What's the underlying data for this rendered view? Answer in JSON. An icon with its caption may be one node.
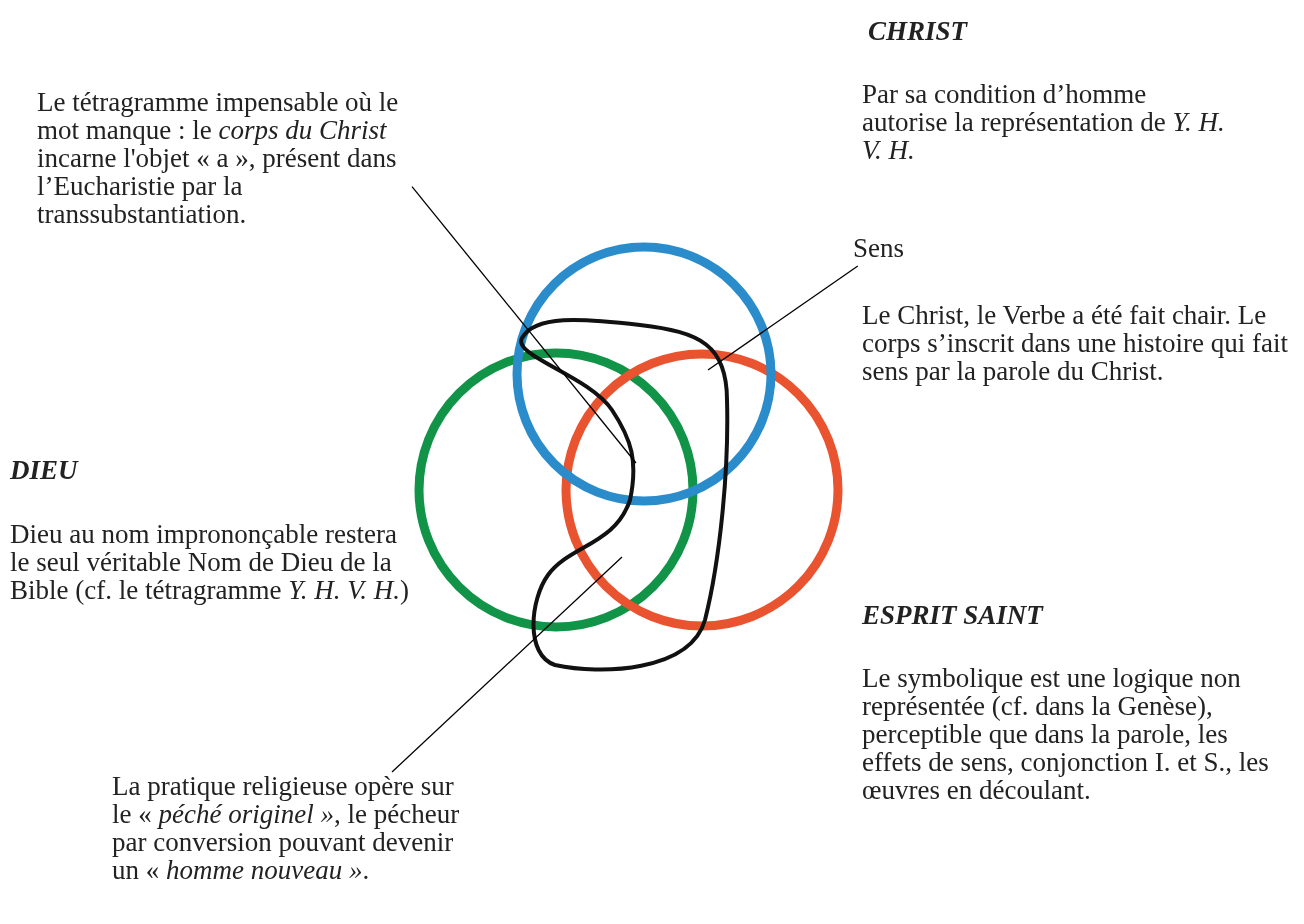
{
  "diagram": {
    "nodes": [
      {
        "text": [
          "Le tétragramme impensable où le mot manque : le *corps du Christ* incarne l'objet « a », présent dans l’Eucharistie par la transsubstantiation."
        ]
      },
      {
        "text": [
          "Sens"
        ]
      },
      {
        "text": [
          "La pratique religieuse opère sur le « *péché originel »*, le pécheur par conversion pouvant devenir un « *homme nouveau »*."
        ]
      }
    ],
    "edges": [
      {
        "from": 0,
        "to": null,
        "arrow": "none"
      },
      {
        "from": 1,
        "to": null,
        "arrow": "none"
      },
      {
        "from": 2,
        "to": null,
        "arrow": "none"
      }
    ],
    "labels": [
      "CHRIST",
      "Par sa condition d’homme autorise la représentation de *Y. H. V. H.*",
      "Le Christ, le Verbe a été fait chair. Le corps s’inscrit dans une histoire qui fait sens par la parole du Christ.",
      "DIEU",
      "Dieu au nom imprononçable restera le seul véritable Nom de Dieu de la Bible (cf. le tétragramme *Y. H. V. H.*)",
      "ESPRIT SAINT",
      "Le symbolique est une logique non représentée (cf. dans la Genèse), perceptible que dans la parole, les effets de sens, conjonction I. et S., les œuvres en découlant."
    ]
  }
}
